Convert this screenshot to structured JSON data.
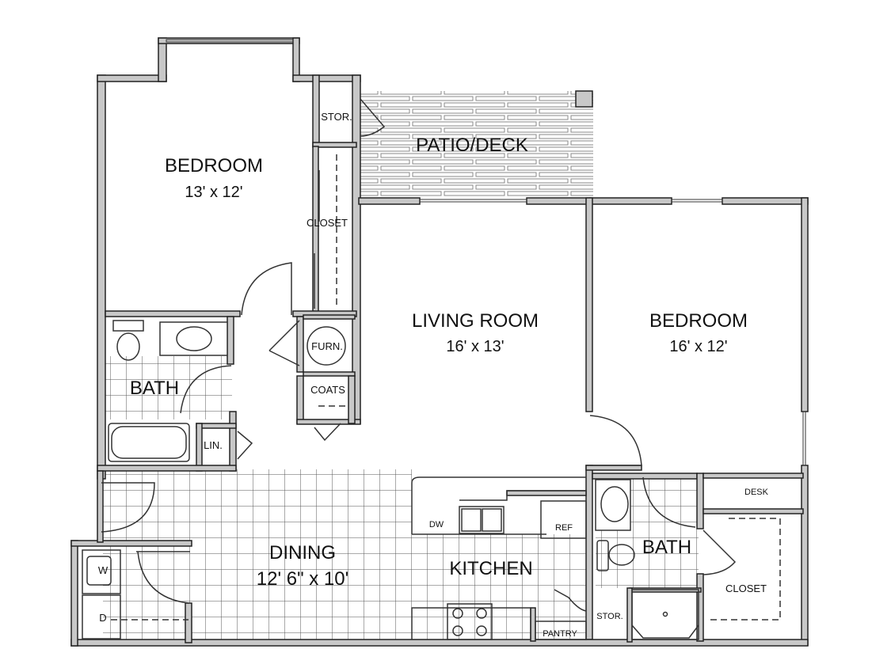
{
  "plan": {
    "rooms": {
      "bedroom1": {
        "name": "BEDROOM",
        "size": "13' x 12'"
      },
      "stor_top": {
        "name": "STOR."
      },
      "patio": {
        "name": "PATIO/DECK"
      },
      "closet1": {
        "name": "CLOSET"
      },
      "living": {
        "name": "LIVING ROOM",
        "size": "16' x 13'"
      },
      "bedroom2": {
        "name": "BEDROOM",
        "size": "16' x 12'"
      },
      "furnace": {
        "name": "FURN."
      },
      "coats": {
        "name": "COATS"
      },
      "bath1": {
        "name": "BATH"
      },
      "linen": {
        "name": "LIN."
      },
      "dining": {
        "name": "DINING",
        "size": "12' 6\" x 10'"
      },
      "kitchen": {
        "name": "KITCHEN"
      },
      "dishwasher": {
        "name": "DW"
      },
      "fridge": {
        "name": "REF"
      },
      "bath2": {
        "name": "BATH"
      },
      "desk": {
        "name": "DESK"
      },
      "closet2": {
        "name": "CLOSET"
      },
      "stor_bottom": {
        "name": "STOR."
      },
      "pantry": {
        "name": "PANTRY"
      },
      "washer": {
        "name": "W"
      },
      "dryer": {
        "name": "D"
      }
    },
    "colors": {
      "wall_fill": "#c8c8c8",
      "wall_stroke": "#222222",
      "line": "#333333"
    }
  }
}
